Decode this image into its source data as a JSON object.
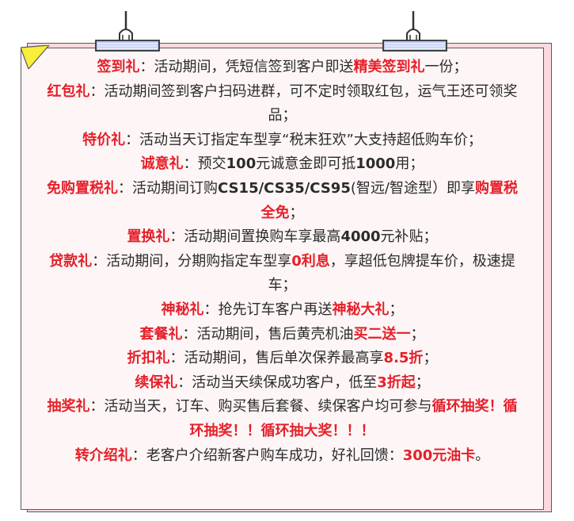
{
  "items": [
    {
      "parts": [
        {
          "t": "签到礼",
          "s": "hl"
        },
        {
          "t": "：活动期间，凭短信签到客户即送"
        },
        {
          "t": "精美签到礼",
          "s": "hl"
        },
        {
          "t": "一份；"
        }
      ]
    },
    {
      "parts": [
        {
          "t": "红包礼",
          "s": "hl"
        },
        {
          "t": "：活动期间签到客户扫码进群，可不定时领取红包，运气王还可领奖品；"
        }
      ]
    },
    {
      "parts": [
        {
          "t": "特价礼",
          "s": "hl"
        },
        {
          "t": "：活动当天订指定车型享“税末狂欢”大支持超低购车价；"
        }
      ]
    },
    {
      "parts": [
        {
          "t": "诚意礼",
          "s": "hl"
        },
        {
          "t": "：预交"
        },
        {
          "t": "100",
          "s": "nb"
        },
        {
          "t": "元诚意金即可抵"
        },
        {
          "t": "1000",
          "s": "nb"
        },
        {
          "t": "用；"
        }
      ]
    },
    {
      "parts": [
        {
          "t": "免购置税礼",
          "s": "hl"
        },
        {
          "t": "：活动期间订购"
        },
        {
          "t": "CS15/CS35/CS95",
          "s": "nb"
        },
        {
          "t": "(智远/智途型）即享"
        },
        {
          "t": "购置税全免",
          "s": "hl"
        },
        {
          "t": "；"
        }
      ]
    },
    {
      "parts": [
        {
          "t": "置换礼",
          "s": "hl"
        },
        {
          "t": "：活动期间置换购车享最高"
        },
        {
          "t": "4000",
          "s": "nb"
        },
        {
          "t": "元补贴；"
        }
      ]
    },
    {
      "parts": [
        {
          "t": "贷款礼",
          "s": "hl"
        },
        {
          "t": "：活动期间，分期购指定车型享"
        },
        {
          "t": "0利息",
          "s": "hl"
        },
        {
          "t": "，享超低包牌提车价，极速提车；"
        }
      ]
    },
    {
      "parts": [
        {
          "t": "神秘礼",
          "s": "hl"
        },
        {
          "t": "：抢先订车客户再送"
        },
        {
          "t": "神秘大礼",
          "s": "hl"
        },
        {
          "t": "；"
        }
      ]
    },
    {
      "parts": [
        {
          "t": "套餐礼",
          "s": "hl"
        },
        {
          "t": "：活动期间，售后黄壳机油"
        },
        {
          "t": "买二送一",
          "s": "hl"
        },
        {
          "t": "；"
        }
      ]
    },
    {
      "parts": [
        {
          "t": "折扣礼",
          "s": "hl"
        },
        {
          "t": "：活动期间，售后单次保养最高享"
        },
        {
          "t": "8.5折",
          "s": "hl"
        },
        {
          "t": "；"
        }
      ]
    },
    {
      "parts": [
        {
          "t": "续保礼",
          "s": "hl"
        },
        {
          "t": "：活动当天续保成功客户，低至"
        },
        {
          "t": "3折起",
          "s": "hl"
        },
        {
          "t": "；"
        }
      ]
    },
    {
      "parts": [
        {
          "t": "抽奖礼",
          "s": "hl"
        },
        {
          "t": "：活动当天，订车、购买售后套餐、续保客户均可参与"
        },
        {
          "t": "循环抽奖！循环抽奖！！循环抽大奖！！！",
          "s": "hl"
        }
      ]
    },
    {
      "parts": [
        {
          "t": "转介绍礼",
          "s": "hl"
        },
        {
          "t": "：老客户介绍新客户购车成功，好礼回馈："
        },
        {
          "t": "300元油卡",
          "s": "hl"
        },
        {
          "t": "。"
        }
      ]
    }
  ]
}
